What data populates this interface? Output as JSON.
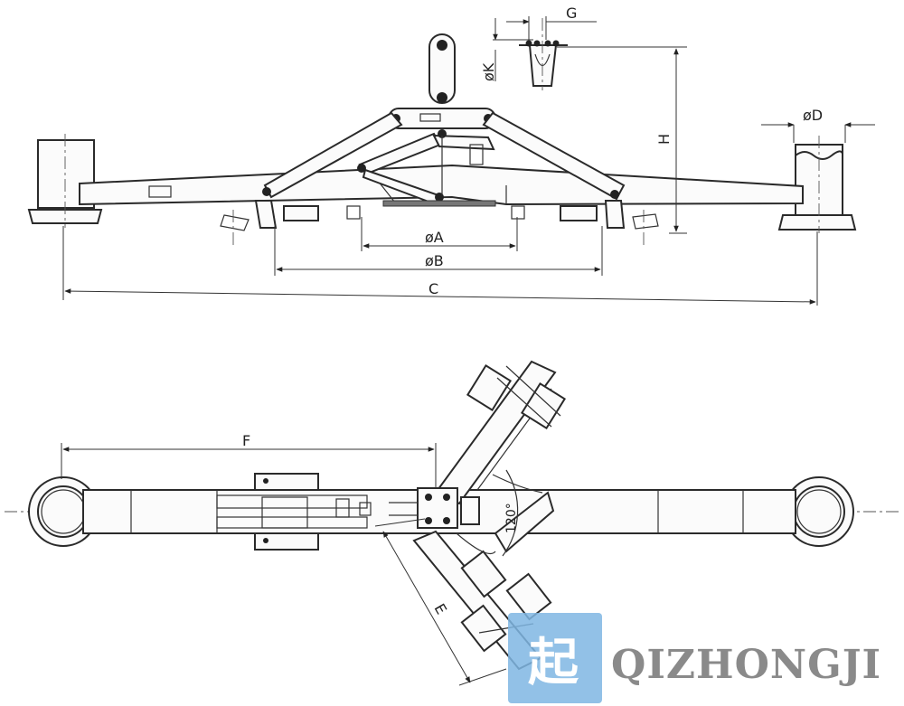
{
  "drawing": {
    "dimensions": {
      "G": "G",
      "K": "øK",
      "H": "H",
      "D": "øD",
      "A": "øA",
      "B": "øB",
      "C": "C",
      "F": "F",
      "E": "E",
      "angle": "120°"
    }
  },
  "watermark": {
    "glyph": "起",
    "text": "QIZHONGJI",
    "box_color": "#7fb6e3"
  }
}
